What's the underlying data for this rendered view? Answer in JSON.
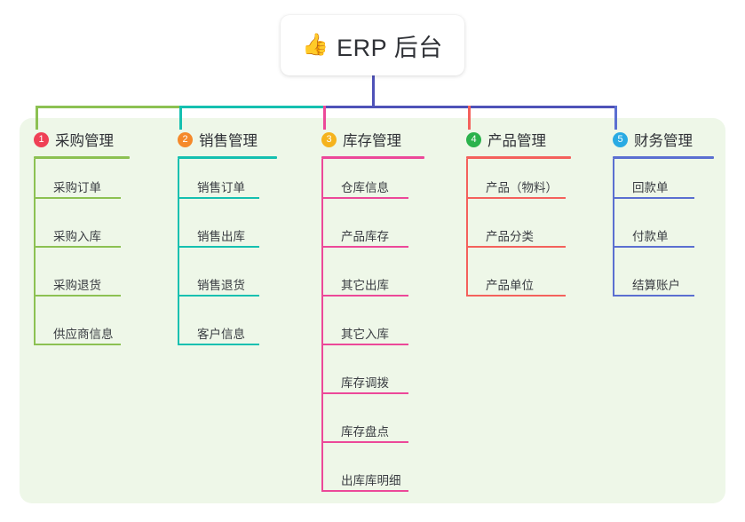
{
  "diagram": {
    "type": "org-tree",
    "root": {
      "icon": "thumbs-up-icon",
      "icon_glyph": "👍",
      "title": "ERP 后台"
    },
    "panel_color": "#eef7e8",
    "root_connector_color": "#4f52b8",
    "columns": [
      {
        "index": "1",
        "title": "采购管理",
        "badge_color": "#ef4056",
        "line_color": "#8cc152",
        "items": [
          "采购订单",
          "采购入库",
          "采购退货",
          "供应商信息"
        ]
      },
      {
        "index": "2",
        "title": "销售管理",
        "badge_color": "#f5892a",
        "line_color": "#15c0b0",
        "items": [
          "销售订单",
          "销售出库",
          "销售退货",
          "客户信息"
        ]
      },
      {
        "index": "3",
        "title": "库存管理",
        "badge_color": "#f5b31d",
        "line_color": "#ec4899",
        "items": [
          "仓库信息",
          "产品库存",
          "其它出库",
          "其它入库",
          "库存调拨",
          "库存盘点",
          "出库库明细"
        ]
      },
      {
        "index": "4",
        "title": "产品管理",
        "badge_color": "#2bb24c",
        "line_color": "#f4615c",
        "items": [
          "产品（物料）",
          "产品分类",
          "产品单位"
        ]
      },
      {
        "index": "5",
        "title": "财务管理",
        "badge_color": "#29aae3",
        "line_color": "#5b6fd1",
        "items": [
          "回款单",
          "付款单",
          "结算账户"
        ]
      }
    ]
  }
}
